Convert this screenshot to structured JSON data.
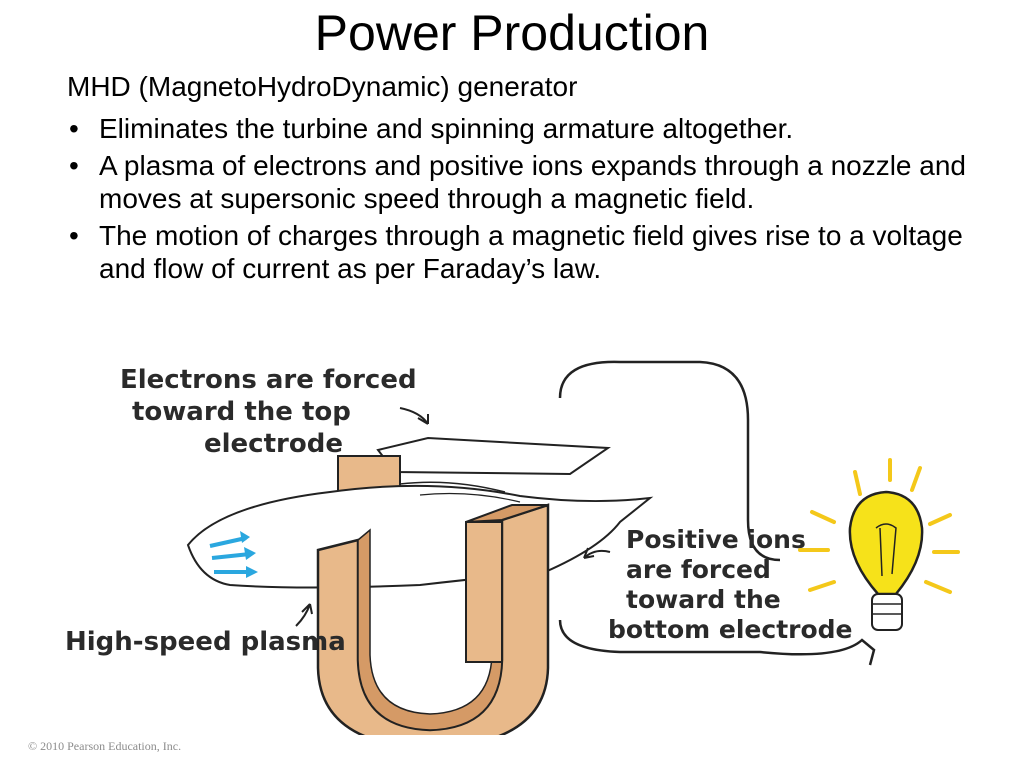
{
  "slide": {
    "title": "Power Production",
    "subtitle": "MHD (MagnetoHydroDynamic) generator",
    "bullets": [
      "Eliminates the turbine and spinning armature altogether.",
      "A plasma of electrons and positive ions expands through a nozzle and moves at supersonic speed through a magnetic field.",
      "The motion of charges through a magnetic field gives rise to a voltage and flow of current as per Faraday’s law."
    ],
    "bullet_glyph": "•"
  },
  "diagram": {
    "label_electrons": [
      "Electrons are forced",
      "toward the top",
      "electrode"
    ],
    "label_ions": [
      "Positive ions",
      "are forced",
      "toward the",
      "bottom electrode"
    ],
    "label_plasma": "High-speed plasma",
    "colors": {
      "magnet": "#e8b98a",
      "magnet_inner": "#d59a66",
      "plasma_arrow": "#2aa7df",
      "bulb": "#f6e21a",
      "bulb_rays": "#f4c81a",
      "outline": "#222222"
    }
  },
  "footer": {
    "copyright": "© 2010 Pearson Education, Inc."
  }
}
